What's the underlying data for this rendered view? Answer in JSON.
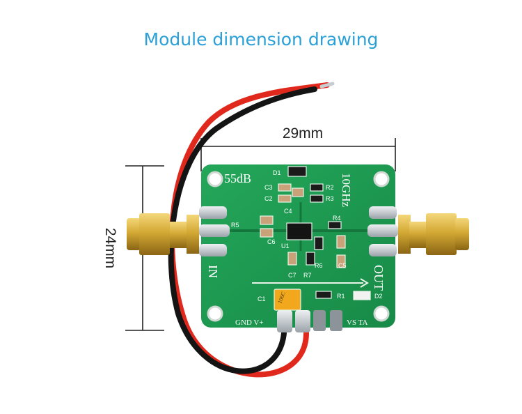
{
  "heading": "Module dimension drawing",
  "dimensions": {
    "width_label": "29mm",
    "height_label": "24mm"
  },
  "board": {
    "gain_label": "55dB",
    "freq_label": "10GHz",
    "in_label": "IN",
    "out_label": "OUT",
    "power_pins_label": "GND V+",
    "signal_pins_label": "VS TA",
    "cap_marking": "106C",
    "components": {
      "c1": "C1",
      "c2": "C2",
      "c3": "C3",
      "c4": "C4",
      "c5": "C5",
      "c6": "C6",
      "c7": "C7",
      "r1": "R1",
      "r2": "R2",
      "r3": "R3",
      "r4": "R4",
      "r5": "R5",
      "r6": "R6",
      "r7": "R7",
      "d1": "D1",
      "d2": "D2",
      "u1": "U1"
    }
  },
  "colors": {
    "heading": "#2a9fd8",
    "pcb": "#1e9a52",
    "pcb_dark": "#14763c",
    "wire_red": "#e0281c",
    "wire_black": "#141414",
    "brass": "#d4a935",
    "solder": "#c7ccd0"
  }
}
